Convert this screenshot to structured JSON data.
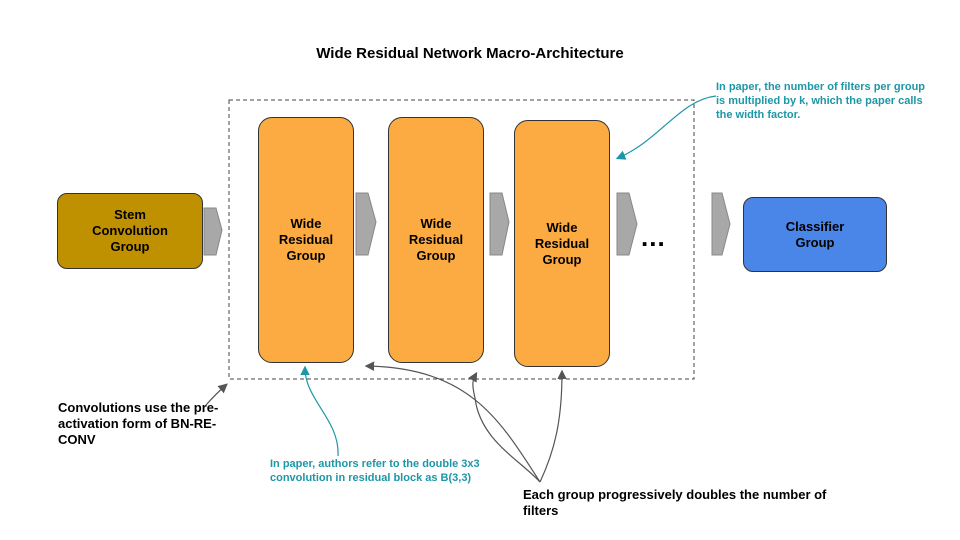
{
  "title": "Wide Residual Network Macro-Architecture",
  "blocks": {
    "stem": "Stem\nConvolution\nGroup",
    "group1": "Wide\nResidual\nGroup",
    "group2": "Wide\nResidual\nGroup",
    "group3": "Wide\nResidual\nGroup",
    "ellipsis": "...",
    "classifier": "Classifier\nGroup"
  },
  "annotations": {
    "width_factor": "In paper, the number of filters per group is multiplied by k, which the paper calls the width factor.",
    "preactivation": "Convolutions use the pre-activation form of BN-RE-CONV",
    "block_notation": "In paper, authors refer to the double 3x3 convolution in residual block as B(3,3)",
    "doubling": "Each group progressively doubles the number of filters"
  },
  "colors": {
    "stem": "#bf9000",
    "group": "#fbab41",
    "classifier": "#4a86e8",
    "connector": "#a8a8a8",
    "annotation_teal": "#1d97a7"
  }
}
